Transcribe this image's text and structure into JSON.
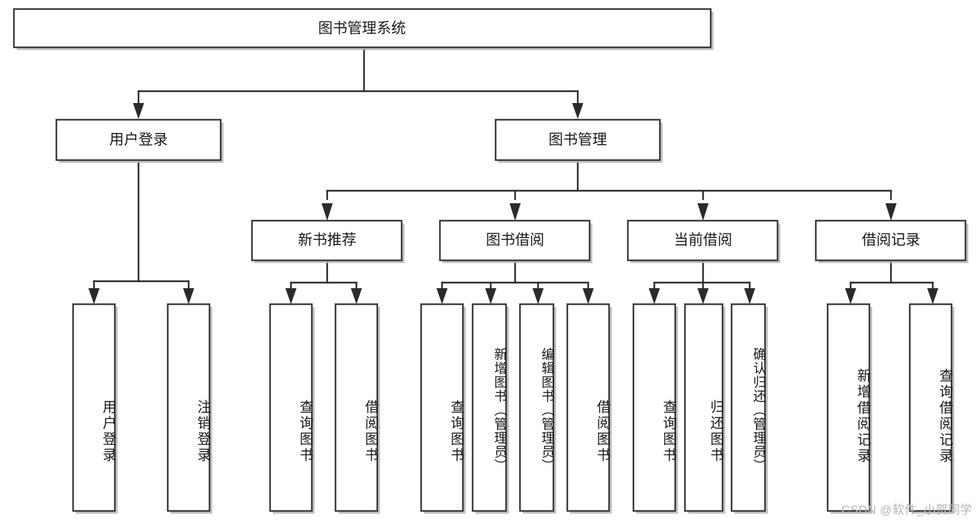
{
  "diagram": {
    "title": "图书管理系统",
    "type": "hierarchy-tree",
    "watermark": "CSDN @软件_小贺同学",
    "colors": {
      "box_stroke": "#3a3a3a",
      "box_fill": "#ffffff",
      "connector": "#2b2b2b",
      "shadow": "#b9b9b9",
      "text": "#1a1a1a",
      "watermark": "#b4b4b4",
      "background": "#ffffff"
    },
    "levels": {
      "root": {
        "label": "图书管理系统"
      },
      "level2": [
        {
          "id": "user-login",
          "label": "用户登录"
        },
        {
          "id": "book-management",
          "label": "图书管理"
        }
      ],
      "level3": [
        {
          "id": "new-book-recommend",
          "label": "新书推荐",
          "parent": "book-management"
        },
        {
          "id": "book-borrow",
          "label": "图书借阅",
          "parent": "book-management"
        },
        {
          "id": "current-borrow",
          "label": "当前借阅",
          "parent": "book-management"
        },
        {
          "id": "borrow-record",
          "label": "借阅记录",
          "parent": "book-management"
        }
      ],
      "leaves": [
        {
          "id": "leaf-user-login",
          "label": "用户登录",
          "parent": "user-login",
          "narrow": false
        },
        {
          "id": "leaf-logout-login",
          "label": "注销登录",
          "parent": "user-login",
          "narrow": false
        },
        {
          "id": "leaf-query-book-1",
          "label": "查询图书",
          "parent": "new-book-recommend",
          "narrow": false
        },
        {
          "id": "leaf-borrow-book-1",
          "label": "借阅图书",
          "parent": "new-book-recommend",
          "narrow": false
        },
        {
          "id": "leaf-query-book-2",
          "label": "查询图书",
          "parent": "book-borrow",
          "narrow": false
        },
        {
          "id": "leaf-add-book",
          "label": "新增图书（管理员）",
          "parent": "book-borrow",
          "narrow": true
        },
        {
          "id": "leaf-edit-book",
          "label": "编辑图书（管理员）",
          "parent": "book-borrow",
          "narrow": true
        },
        {
          "id": "leaf-borrow-book-2",
          "label": "借阅图书",
          "parent": "book-borrow",
          "narrow": false
        },
        {
          "id": "leaf-query-book-3",
          "label": "查询图书",
          "parent": "current-borrow",
          "narrow": false
        },
        {
          "id": "leaf-return-book",
          "label": "归还图书",
          "parent": "current-borrow",
          "narrow": false
        },
        {
          "id": "leaf-confirm-return",
          "label": "确认归还（管理员）",
          "parent": "current-borrow",
          "narrow": true
        },
        {
          "id": "leaf-add-record",
          "label": "新增借阅记录",
          "parent": "borrow-record",
          "narrow": false
        },
        {
          "id": "leaf-query-record",
          "label": "查询借阅记录",
          "parent": "borrow-record",
          "narrow": false
        }
      ]
    }
  }
}
